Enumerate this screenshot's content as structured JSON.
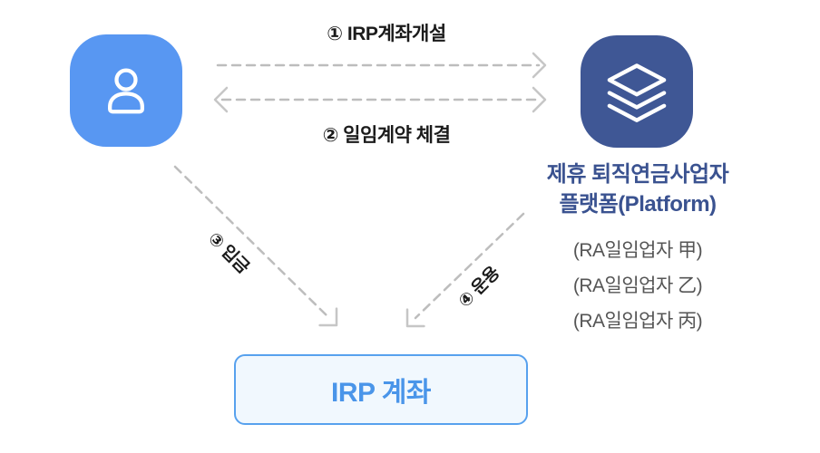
{
  "colors": {
    "user_icon_bg": "#5897f2",
    "platform_icon_bg": "#3f5795",
    "platform_title_text": "#3a5290",
    "sub_item_text": "#555555",
    "flow_label_text": "#1b1b1b",
    "arrow_dash": "#bdbdbd",
    "arrow_head": "#c6c6c6",
    "irp_box_border": "#57a1ee",
    "irp_box_bg": "#f1f8fe",
    "irp_box_text": "#4a95e9"
  },
  "nodes": {
    "user": {
      "icon": "person-icon"
    },
    "platform": {
      "icon": "layers-icon",
      "title_line1": "제휴 퇴직연금사업자",
      "title_line2": "플랫폼(Platform)",
      "sub_items": [
        "(RA일임업자 甲)",
        "(RA일임업자 乙)",
        "(RA일임업자 丙)"
      ]
    },
    "irp": {
      "label": "IRP 계좌"
    }
  },
  "arrows": [
    {
      "label": "① IRP계좌개설",
      "from": "user",
      "to": "platform",
      "direction": "right",
      "style": "dashed"
    },
    {
      "label": "② 일임계약 체결",
      "from": "user",
      "to": "platform",
      "direction": "both",
      "style": "dashed"
    },
    {
      "label": "③ 입금",
      "from": "user",
      "to": "irp",
      "direction": "down-right",
      "style": "dashed"
    },
    {
      "label": "④ 운용",
      "from": "platform",
      "to": "irp",
      "direction": "down-left",
      "style": "dashed"
    }
  ]
}
